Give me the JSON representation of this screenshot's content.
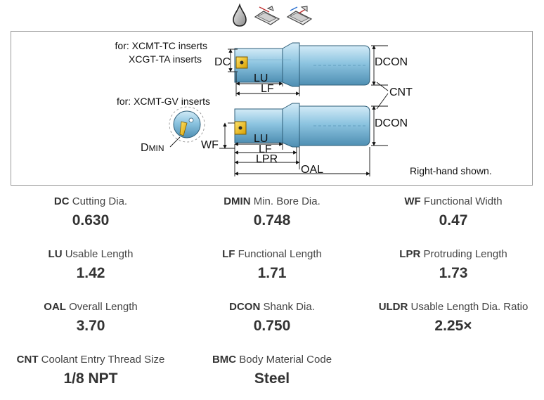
{
  "icons": [
    "coolant-drop-icon",
    "boring-operation-icon",
    "facing-operation-icon"
  ],
  "diagram": {
    "top_label_1": "for: XCMT-TC inserts",
    "top_label_2": "XCGT-TA inserts",
    "bottom_label": "for: XCMT-GV inserts",
    "dc": "DC",
    "dcon_top": "DCON",
    "dcon_bottom": "DCON",
    "cnt": "CNT",
    "lu_top": "LU",
    "lf_top": "LF",
    "lu_bottom": "LU",
    "lf_bottom": "LF",
    "lpr": "LPR",
    "oal": "OAL",
    "wf": "WF",
    "dmin_d": "D",
    "dmin_rest": "MIN",
    "note": "Right-hand shown."
  },
  "specs": [
    {
      "code": "DC",
      "label": "Cutting Dia.",
      "value": "0.630"
    },
    {
      "code": "DMIN",
      "label": "Min. Bore Dia.",
      "value": "0.748"
    },
    {
      "code": "WF",
      "label": "Functional Width",
      "value": "0.47"
    },
    {
      "code": "LU",
      "label": "Usable Length",
      "value": "1.42"
    },
    {
      "code": "LF",
      "label": "Functional Length",
      "value": "1.71"
    },
    {
      "code": "LPR",
      "label": "Protruding Length",
      "value": "1.73"
    },
    {
      "code": "OAL",
      "label": "Overall Length",
      "value": "3.70"
    },
    {
      "code": "DCON",
      "label": "Shank Dia.",
      "value": "0.750"
    },
    {
      "code": "ULDR",
      "label": "Usable Length Dia. Ratio",
      "value": "2.25×"
    },
    {
      "code": "CNT",
      "label": "Coolant Entry Thread Size",
      "value": "1/8 NPT"
    },
    {
      "code": "BMC",
      "label": "Body Material Code",
      "value": "Steel"
    }
  ]
}
